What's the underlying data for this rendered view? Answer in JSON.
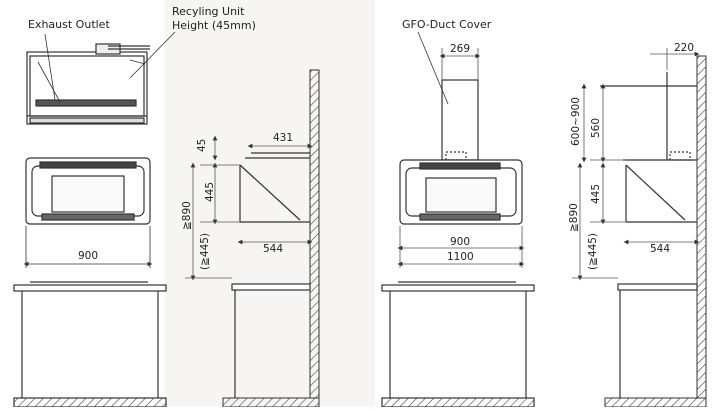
{
  "labels": {
    "exhaust_outlet": "Exhaust Outlet",
    "recycling_unit_line1": "Recyling Unit",
    "recycling_unit_line2": "Height (45mm)",
    "gfo_duct_cover": "GFO-Duct Cover"
  },
  "dimensions": {
    "hood_width_left": "900",
    "top_45": "45",
    "depth_431": "431",
    "height_445_left": "445",
    "total_890_left": "≧890",
    "min_445_left": "(≧445)",
    "depth_544_left": "544",
    "duct_width_269": "269",
    "hood_width_right": "900",
    "width_1100": "1100",
    "duct_220": "220",
    "range_600_900": "600~900",
    "duct_560": "560",
    "height_445_right": "445",
    "total_890_right": "≧890",
    "min_445_right": "(≧445)",
    "depth_544_right": "544"
  },
  "colors": {
    "line": "#333333",
    "dim_line": "#555555",
    "background": "#ffffff",
    "wall_hatch": "#444444"
  }
}
